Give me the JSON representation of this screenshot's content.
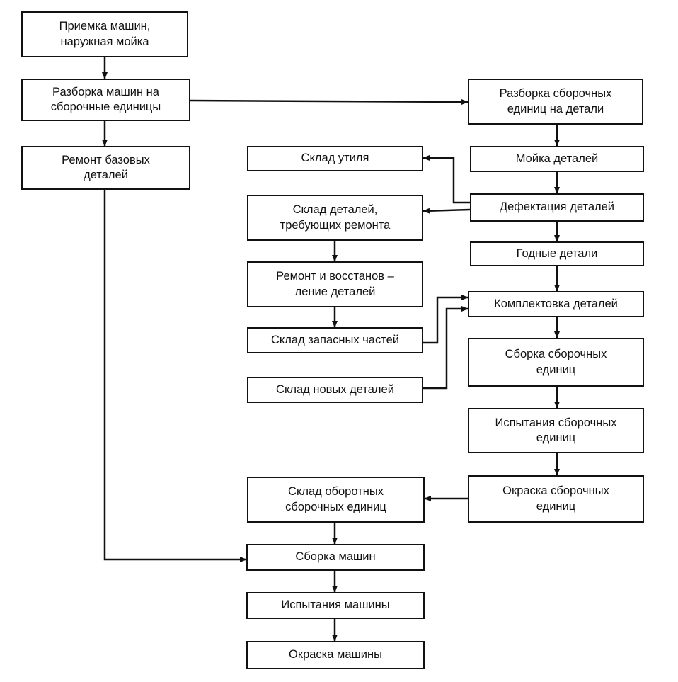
{
  "nodes": {
    "reception": {
      "label": "Приемка машин,\nнаружная мойка"
    },
    "disassembly_machines": {
      "label": "Разборка машин на\nсборочные единицы"
    },
    "base_repair": {
      "label": "Ремонт базовых\nдеталей"
    },
    "disassembly_units": {
      "label": "Разборка сборочных\nединиц на детали"
    },
    "washing": {
      "label": "Мойка деталей"
    },
    "defect": {
      "label": "Дефектация деталей"
    },
    "good_parts": {
      "label": "Годные детали"
    },
    "kitting": {
      "label": "Комплектовка деталей"
    },
    "unit_assembly": {
      "label": "Сборка сборочных\nединиц"
    },
    "unit_testing": {
      "label": "Испытания сборочных\nединиц"
    },
    "unit_painting": {
      "label": "Окраска сборочных\nединиц"
    },
    "scrap_store": {
      "label": "Склад утиля"
    },
    "repair_store": {
      "label": "Склад деталей,\nтребующих ремонта"
    },
    "restore": {
      "label": "Ремонт и восстанов –\nление деталей"
    },
    "spares_store": {
      "label": "Склад запасных частей"
    },
    "new_parts_store": {
      "label": "Склад новых деталей"
    },
    "revolving_store": {
      "label": "Склад оборотных\nсборочных единиц"
    },
    "machine_assembly": {
      "label": "Сборка машин"
    },
    "machine_testing": {
      "label": "Испытания машины"
    },
    "machine_painting": {
      "label": "Окраска машины"
    }
  }
}
